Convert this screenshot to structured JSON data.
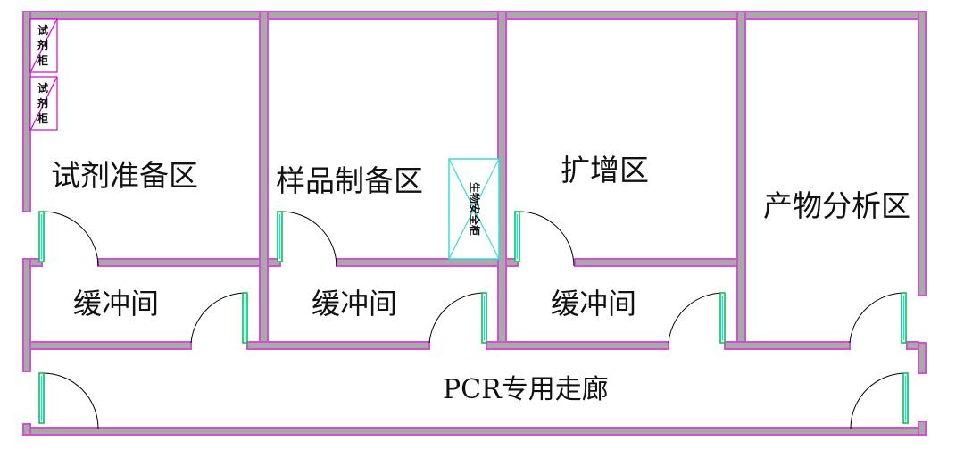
{
  "rooms": {
    "reagent_prep": "试剂准备区",
    "sample_prep": "样品制备区",
    "amplification": "扩增区",
    "product_analysis": "产物分析区"
  },
  "buffers": {
    "buffer_1": "缓冲间",
    "buffer_2": "缓冲间",
    "buffer_3": "缓冲间"
  },
  "corridor": "PCR专用走廊",
  "equipment": {
    "reagent_cabinet_1": [
      "试",
      "剂",
      "柜"
    ],
    "reagent_cabinet_2": [
      "试",
      "剂",
      "柜"
    ],
    "biosafety_cabinet": "生物安全柜"
  },
  "colors": {
    "wall_fill": "#a9a9a9",
    "wall_outline": "#d34fd3",
    "door_leaf": "#00c853",
    "biosafety_cabinet": "#33dddd",
    "reagent_cabinet": "#d400d4"
  }
}
